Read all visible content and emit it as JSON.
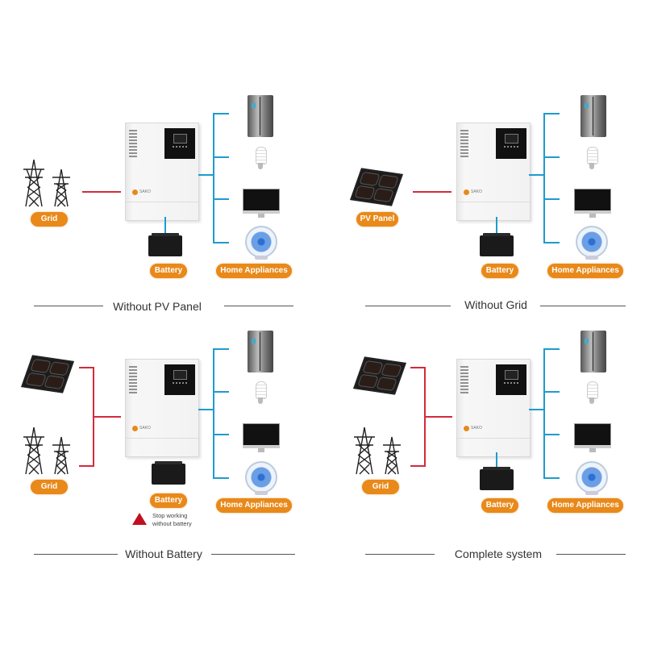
{
  "colors": {
    "label_pill": "#e8891a",
    "input_wire": "#d42a3c",
    "output_wire": "#1f9bcc",
    "caption_text": "#333333",
    "warning": "#c01020"
  },
  "inverter": {
    "brand_label": "SAKO"
  },
  "panels": [
    {
      "caption": "Without PV Panel",
      "source_labels": [
        "Grid"
      ],
      "battery_label": "Battery",
      "appliances_label": "Home Appliances",
      "appliances": [
        "refrigerator-icon",
        "light-bulb-icon",
        "monitor-icon",
        "fan-icon"
      ]
    },
    {
      "caption": "Without Grid",
      "source_labels": [
        "PV Panel"
      ],
      "battery_label": "Battery",
      "appliances_label": "Home Appliances",
      "appliances": [
        "refrigerator-icon",
        "light-bulb-icon",
        "monitor-icon",
        "fan-icon"
      ]
    },
    {
      "caption": "Without Battery",
      "source_labels": [
        "Grid"
      ],
      "battery_label": "Battery",
      "appliances_label": "Home Appliances",
      "warning": {
        "line1": "Stop working",
        "line2": "without battery"
      },
      "appliances": [
        "refrigerator-icon",
        "light-bulb-icon",
        "monitor-icon",
        "fan-icon"
      ]
    },
    {
      "caption": "Complete system",
      "source_labels": [
        "Grid"
      ],
      "battery_label": "Battery",
      "appliances_label": "Home Appliances",
      "appliances": [
        "refrigerator-icon",
        "light-bulb-icon",
        "monitor-icon",
        "fan-icon"
      ]
    }
  ]
}
